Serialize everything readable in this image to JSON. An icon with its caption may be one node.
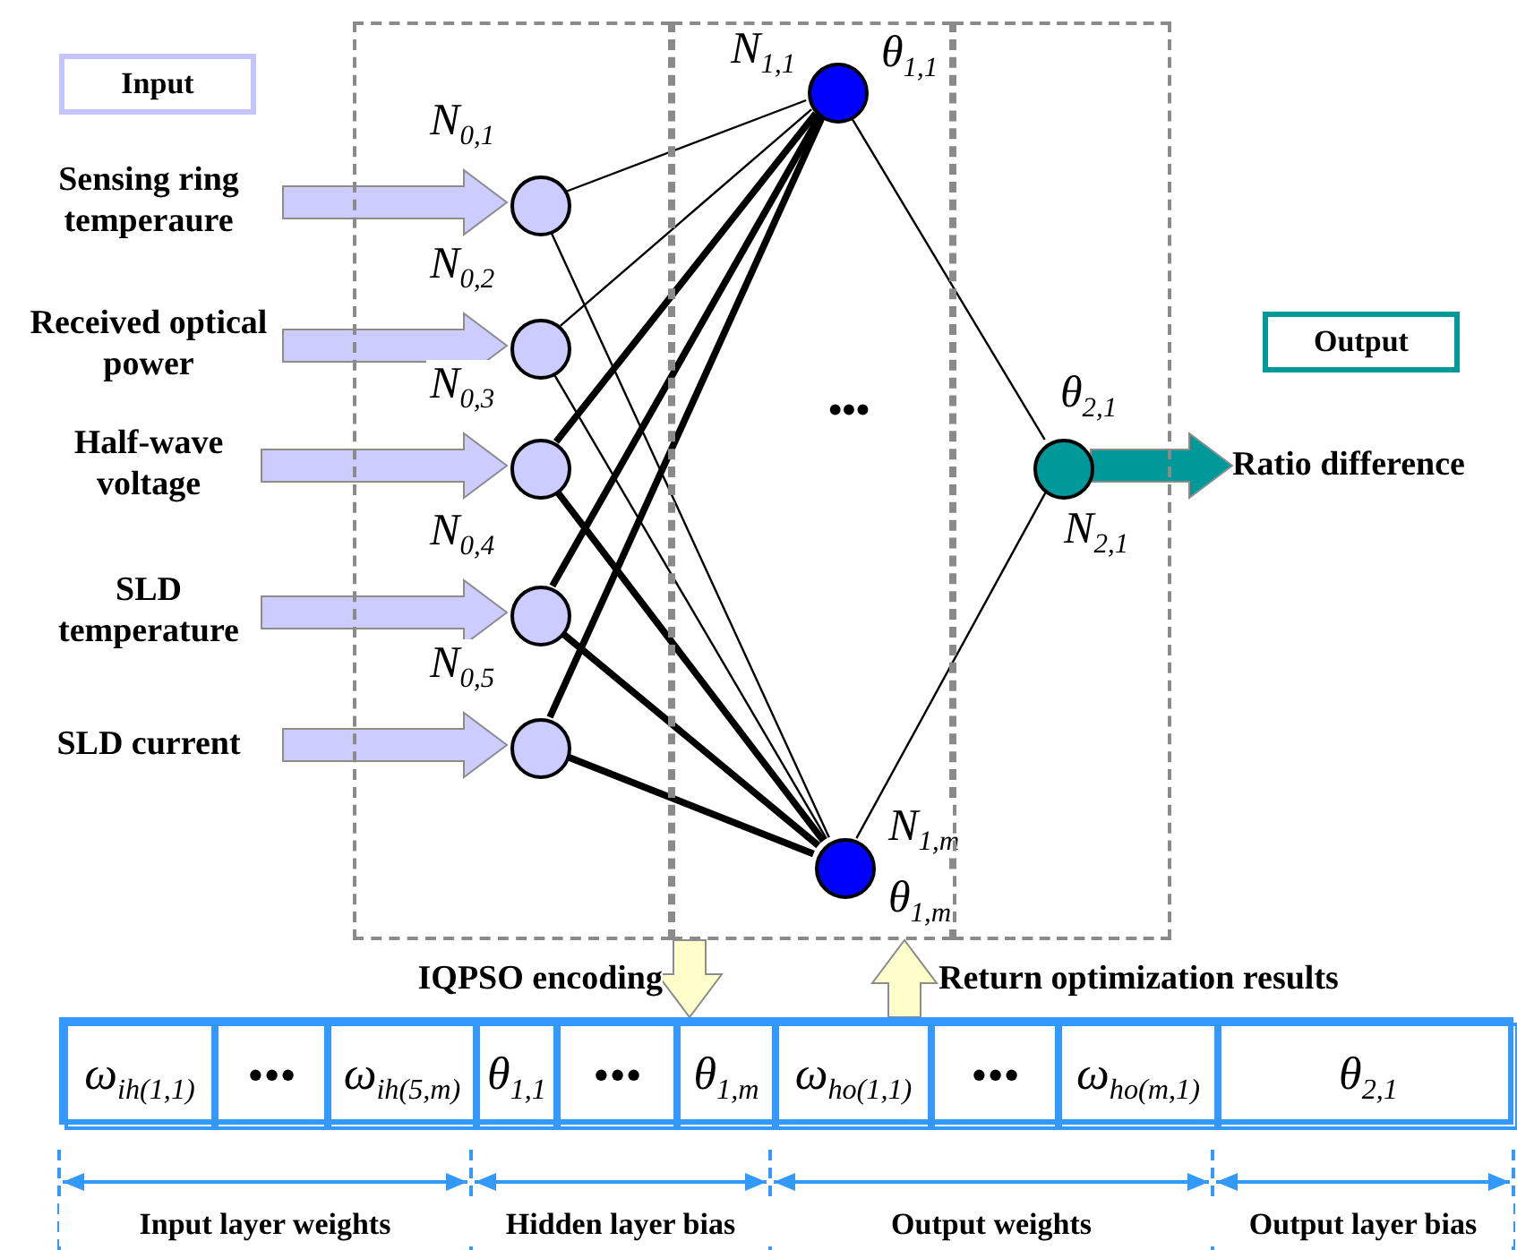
{
  "diagram": {
    "nodes": [
      {
        "text": [
          "Input"
        ]
      },
      {
        "text": [
          "Sensing ring temperaure"
        ]
      },
      {
        "text": [
          "Received optical power"
        ]
      },
      {
        "text": [
          "Half-wave voltage"
        ]
      },
      {
        "text": [
          "SLD temperature"
        ]
      },
      {
        "text": [
          "SLD current"
        ]
      },
      {
        "text": [],
        "shape": "box"
      },
      {
        "text": [],
        "shape": "circle",
        "in": 6,
        "beside": [
          "N$_{0,1}$"
        ]
      },
      {
        "text": [],
        "shape": "circle",
        "in": 6,
        "beside": [
          "N$_{0,2}$"
        ]
      },
      {
        "text": [],
        "shape": "circle",
        "in": 6,
        "beside": [
          "N$_{0,3}$"
        ]
      },
      {
        "text": [],
        "shape": "circle",
        "in": 6,
        "beside": [
          "N$_{0,4}$"
        ]
      },
      {
        "text": [],
        "shape": "circle",
        "in": 6,
        "beside": [
          "N$_{0,5}$"
        ]
      },
      {
        "text": [],
        "shape": "box"
      },
      {
        "text": [],
        "shape": "circle",
        "in": 12,
        "beside": [
          "θ$_{1,1}$",
          "N$_{1,1}$"
        ]
      },
      {
        "text": [],
        "shape": "circle",
        "in": 12,
        "beside": [
          "N$_{1,m}$",
          "θ$_{1,m}$"
        ]
      },
      {
        "text": [],
        "shape": "box"
      },
      {
        "text": [],
        "shape": "circle",
        "in": 15,
        "beside": [
          "θ$_{2,1}$",
          "N$_{2,1}$"
        ]
      },
      {
        "text": [
          "Output"
        ]
      },
      {
        "text": [
          "Ratio difference"
        ]
      },
      {
        "text": [],
        "shape": "box"
      },
      {
        "text": [
          "ω$_{ih(1,1)}$"
        ],
        "in": 19
      },
      {
        "text": [
          "•••"
        ],
        "in": 19
      },
      {
        "text": [
          "ω$_{ih(5,m)}$"
        ],
        "in": 19
      },
      {
        "text": [
          "θ$_{1,1}$"
        ],
        "in": 19
      },
      {
        "text": [
          "•••"
        ],
        "in": 19
      },
      {
        "text": [
          "θ$_{1,m}$"
        ],
        "in": 19
      },
      {
        "text": [
          "ω$_{ho(1,1)}$"
        ],
        "in": 19
      },
      {
        "text": [
          "•••"
        ],
        "in": 19
      },
      {
        "text": [
          "ω$_{ho(m,1)}$"
        ],
        "in": 19
      },
      {
        "text": [
          "θ$_{2,1}$"
        ],
        "in": 19
      }
    ],
    "edges": [
      {
        "from": 1,
        "to": 7,
        "arrow": "to",
        "style": "thick",
        "color": "#ccccff"
      },
      {
        "from": 2,
        "to": 8,
        "arrow": "to",
        "style": "thick",
        "color": "#ccccff"
      },
      {
        "from": 3,
        "to": 9,
        "arrow": "to",
        "style": "thick",
        "color": "#ccccff"
      },
      {
        "from": 4,
        "to": 10,
        "arrow": "to",
        "style": "thick",
        "color": "#ccccff"
      },
      {
        "from": 5,
        "to": 11,
        "arrow": "to",
        "style": "thick",
        "color": "#ccccff"
      },
      {
        "from": 7,
        "to": 13,
        "arrow": "none"
      },
      {
        "from": 7,
        "to": 14,
        "arrow": "none"
      },
      {
        "from": 8,
        "to": 13,
        "arrow": "none"
      },
      {
        "from": 8,
        "to": 14,
        "arrow": "none"
      },
      {
        "from": 9,
        "to": 13,
        "arrow": "none",
        "style": "thick"
      },
      {
        "from": 9,
        "to": 14,
        "arrow": "none",
        "style": "thick"
      },
      {
        "from": 10,
        "to": 13,
        "arrow": "none",
        "style": "thick"
      },
      {
        "from": 10,
        "to": 14,
        "arrow": "none",
        "style": "thick"
      },
      {
        "from": 11,
        "to": 13,
        "arrow": "none",
        "style": "thick"
      },
      {
        "from": 11,
        "to": 14,
        "arrow": "none",
        "style": "thick"
      },
      {
        "from": 13,
        "to": 16,
        "arrow": "none"
      },
      {
        "from": 14,
        "to": 16,
        "arrow": "none"
      },
      {
        "from": 16,
        "to": 18,
        "arrow": "to",
        "style": "thick",
        "color": "#009999"
      },
      {
        "from": 12,
        "to": 19,
        "arrow": "to",
        "label": "IQPSO encoding",
        "style": "thick",
        "color": "#ffffcc"
      },
      {
        "from": 19,
        "to": 12,
        "arrow": "to",
        "label": "Return optimization results",
        "style": "thick",
        "color": "#ffffcc"
      }
    ],
    "labels": [
      "•••",
      "Input layer weights",
      "Hidden layer bias",
      "Output weights",
      "Output layer bias"
    ]
  }
}
